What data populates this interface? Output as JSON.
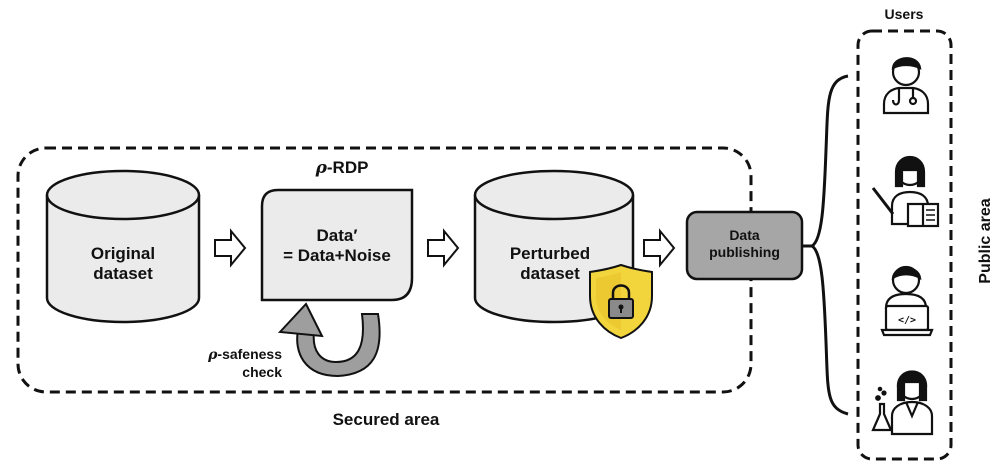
{
  "diagram": {
    "secured_area_label": "Secured area",
    "public_area_label": "Public area",
    "users_label": "Users",
    "rdp_label": {
      "symbol": "ρ",
      "text": "-RDP"
    },
    "original_dataset": {
      "line1": "Original",
      "line2": "dataset"
    },
    "data_noise": {
      "line1": "Data′",
      "line2": "=  Data+Noise"
    },
    "perturbed_dataset": {
      "line1": "Perturbed",
      "line2": "dataset"
    },
    "data_publishing": {
      "line1": "Data",
      "line2": "publishing"
    },
    "safeness_check": {
      "symbol": "ρ",
      "line1": "-safeness",
      "line2": "check"
    },
    "users": [
      {
        "icon": "doctor-icon"
      },
      {
        "icon": "teacher-icon"
      },
      {
        "icon": "developer-icon"
      },
      {
        "icon": "scientist-icon"
      }
    ],
    "colors": {
      "cylinder_fill": "#ebebeb",
      "publishing_fill": "#a6a6a6",
      "shield_fill": "#f2d43d",
      "stroke": "#111111"
    }
  }
}
